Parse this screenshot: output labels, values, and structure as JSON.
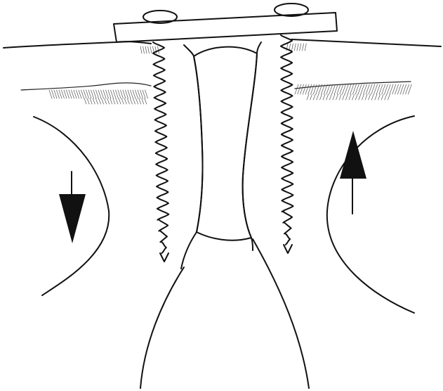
{
  "figure": {
    "subject": "bone-plate-fixation-illustration",
    "colors": {
      "line": "#111111",
      "fill": "#ffffff",
      "hatch": "#555555",
      "arrow": "#111111"
    },
    "screws": [
      {
        "side": "left",
        "icon": "bone-screw-icon"
      },
      {
        "side": "right",
        "icon": "bone-screw-icon"
      }
    ],
    "arrows": [
      {
        "side": "left",
        "direction": "down",
        "icon": "arrow-down-icon"
      },
      {
        "side": "right",
        "direction": "up",
        "icon": "arrow-up-icon"
      }
    ]
  }
}
